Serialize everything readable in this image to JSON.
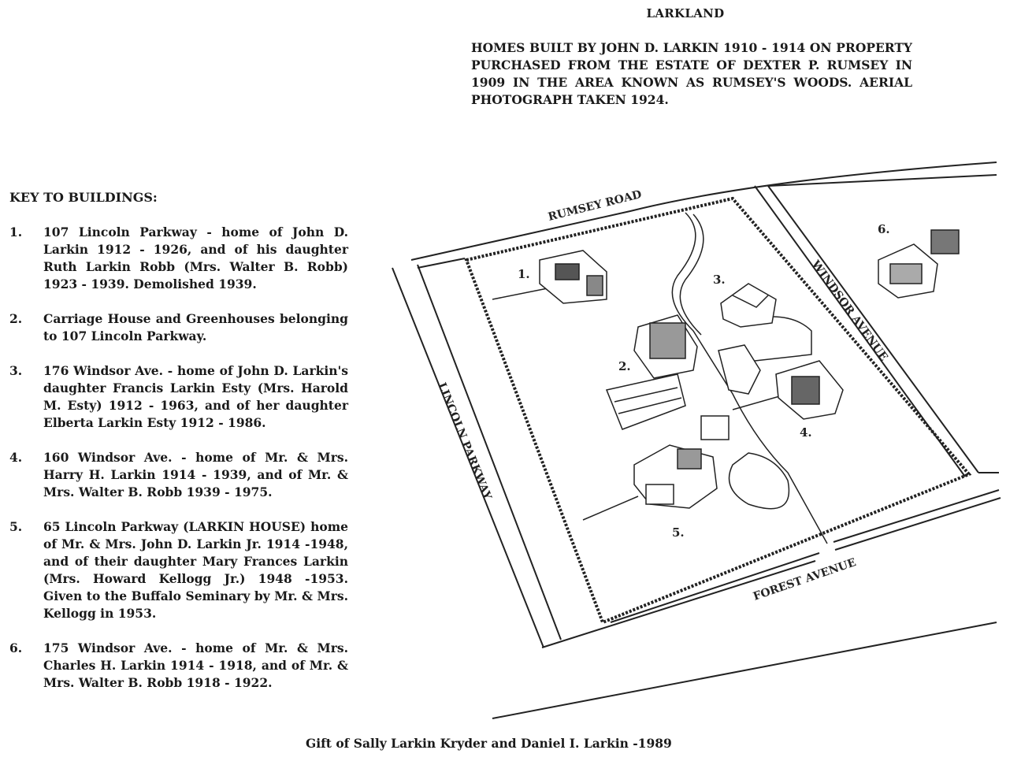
{
  "header": {
    "title": "LARKLAND",
    "description": "HOMES BUILT BY JOHN D. LARKIN 1910 - 1914 ON PROPERTY PURCHASED FROM THE ESTATE OF DEXTER P. RUMSEY IN 1909 IN THE AREA KNOWN AS RUMSEY'S WOODS. AERIAL PHOTOGRAPH TAKEN 1924."
  },
  "key": {
    "heading": "KEY TO BUILDINGS:",
    "items": [
      {
        "num": "1.",
        "text": "107 Lincoln Parkway - home of John D. Larkin 1912 - 1926, and of his daughter Ruth Larkin Robb (Mrs. Walter B. Robb) 1923 - 1939. Demolished 1939."
      },
      {
        "num": "2.",
        "text": "Carriage House and Greenhouses belonging to 107 Lincoln Parkway."
      },
      {
        "num": "3.",
        "text": "176 Windsor Ave. - home of John D. Larkin's daughter Francis Larkin Esty (Mrs. Harold M. Esty) 1912 - 1963, and of her daughter Elberta Larkin Esty 1912 - 1986."
      },
      {
        "num": "4.",
        "text": "160 Windsor Ave. - home of Mr. & Mrs. Harry H. Larkin 1914 - 1939, and of Mr. & Mrs. Walter B. Robb 1939 - 1975."
      },
      {
        "num": "5.",
        "text": "65 Lincoln Parkway (LARKIN HOUSE) home of Mr. & Mrs. John D. Larkin Jr. 1914 -1948, and of their daughter Mary Frances Larkin (Mrs. Howard Kellogg Jr.) 1948 -1953. Given to the Buffalo Seminary by Mr. & Mrs. Kellogg in 1953."
      },
      {
        "num": "6.",
        "text": "175 Windsor Ave. - home of Mr. & Mrs. Charles H. Larkin 1914 - 1918, and of Mr. & Mrs. Walter B. Robb 1918 - 1922."
      }
    ]
  },
  "map": {
    "streets": {
      "rumsey": "RUMSEY ROAD",
      "windsor": "WINDSOR AVENUE",
      "lincoln": "LINCOLN PARKWAY",
      "forest": "FOREST AVENUE"
    },
    "building_labels": [
      "1.",
      "2.",
      "3.",
      "4.",
      "5.",
      "6."
    ]
  },
  "footer": "Gift of Sally Larkin Kryder and Daniel I. Larkin -1989"
}
